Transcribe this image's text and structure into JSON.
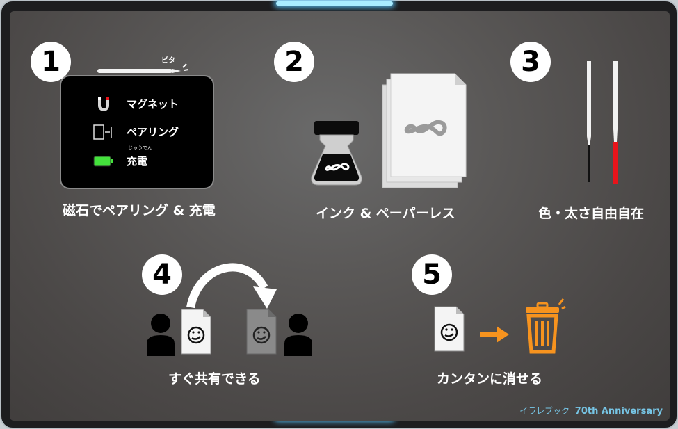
{
  "features": [
    {
      "number": "1",
      "label": "磁石でペアリング & 充電"
    },
    {
      "number": "2",
      "label": "インク & ペーパーレス"
    },
    {
      "number": "3",
      "label": "色・太さ自由自在"
    },
    {
      "number": "4",
      "label": "すぐ共有できる"
    },
    {
      "number": "5",
      "label": "カンタンに消せる"
    }
  ],
  "pen_sound": "ピタ",
  "phone_menu": [
    {
      "label": "マグネット",
      "icon": "magnet-icon"
    },
    {
      "label": "ペアリング",
      "icon": "pairing-icon"
    },
    {
      "label": "充電",
      "ruby": "じゅうでん",
      "icon": "battery-icon"
    }
  ],
  "watermark": {
    "brand": "イラレブック",
    "anniversary": "70th Anniversary"
  },
  "colors": {
    "accent_red": "#e8141b",
    "accent_orange": "#f7931e",
    "battery_green": "#44e23c",
    "glow": "#6cd4ff",
    "watermark": "#77c6e6"
  }
}
